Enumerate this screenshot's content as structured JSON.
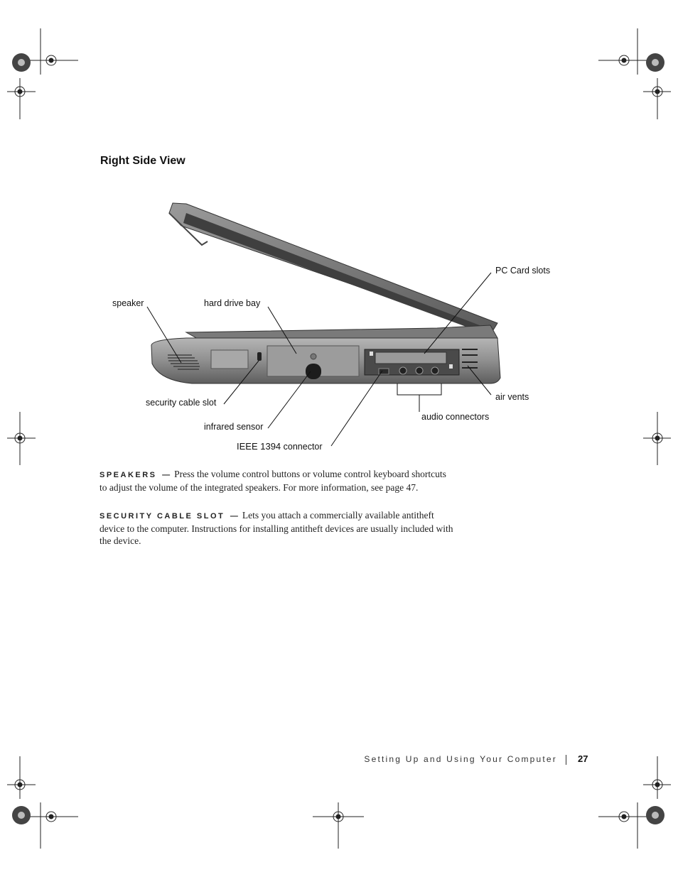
{
  "section_title": "Right Side View",
  "figure": {
    "callouts": {
      "pc_card_slots": "PC Card slots",
      "speaker": "speaker",
      "hard_drive_bay": "hard drive bay",
      "air_vents": "air vents",
      "security_cable_slot": "security cable slot",
      "audio_connectors": "audio connectors",
      "infrared_sensor": "infrared sensor",
      "ieee_1394": "IEEE 1394",
      "ieee_connector": "connector"
    }
  },
  "paragraphs": [
    {
      "term": "Speakers",
      "dash": "—",
      "text": "Press the volume control buttons or volume control keyboard shortcuts to adjust the volume of the integrated speakers. For more information, see page 47."
    },
    {
      "term": "Security Cable Slot",
      "dash": "—",
      "text": "Lets you attach a commercially available antitheft device to the computer. Instructions for installing antitheft devices are usually included with the device."
    }
  ],
  "footer": {
    "chapter": "Setting Up and Using Your Computer",
    "page_number": "27"
  }
}
